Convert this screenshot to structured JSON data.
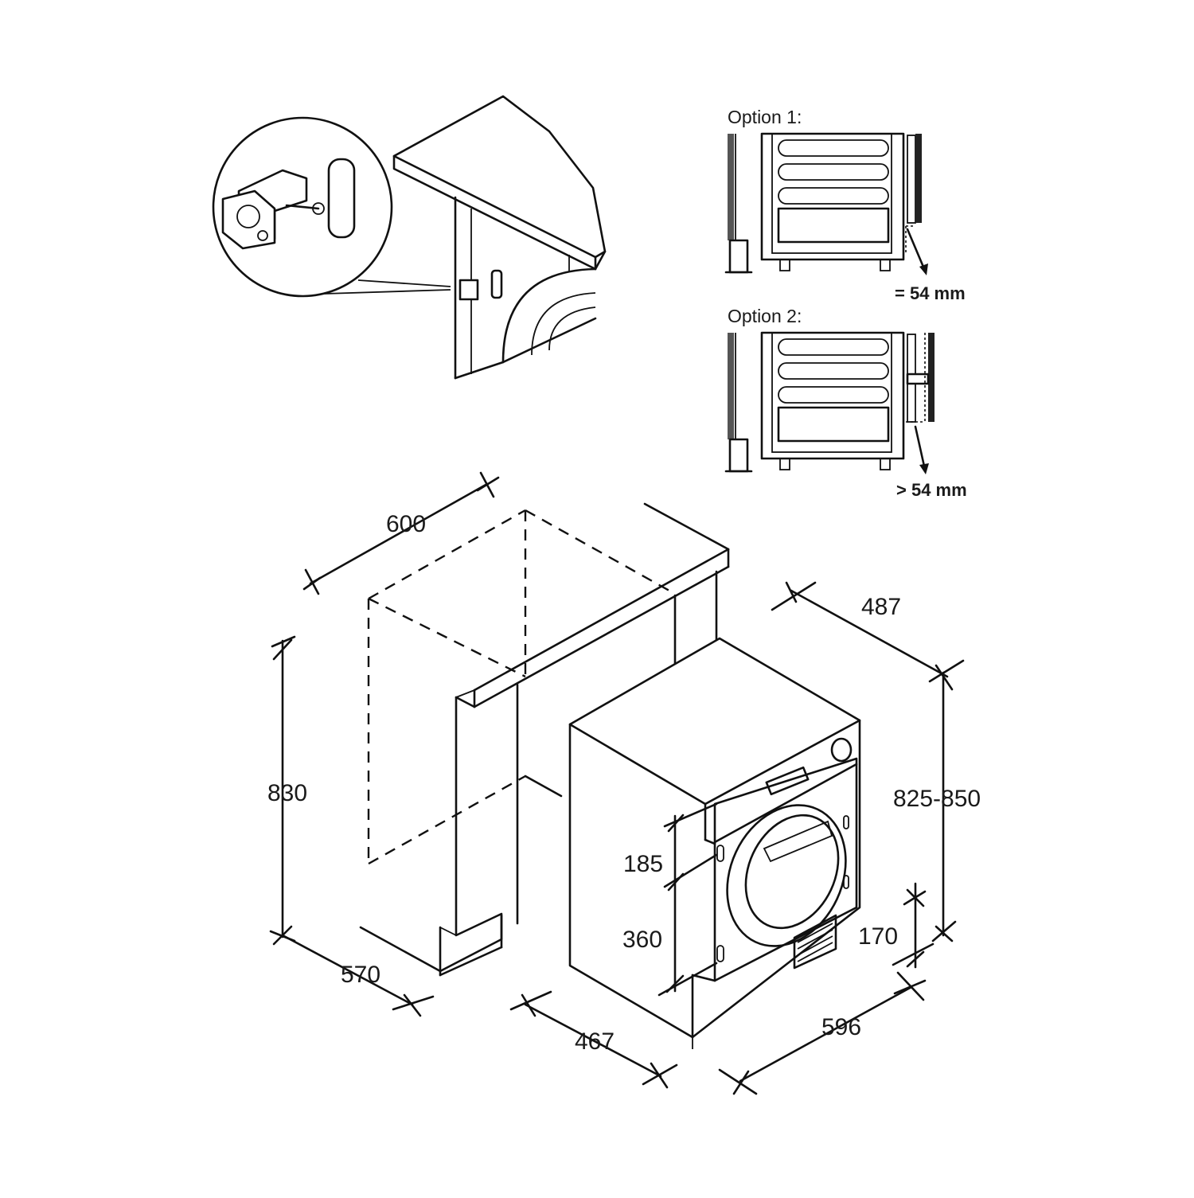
{
  "options": {
    "option1": {
      "label": "Option 1:",
      "gap": "= 54 mm"
    },
    "option2": {
      "label": "Option 2:",
      "gap": "> 54 mm"
    }
  },
  "cabinet_dimensions": {
    "width": "600",
    "height": "830",
    "depth": "570"
  },
  "appliance_dimensions": {
    "top_depth": "487",
    "height_range": "825-850",
    "upper_hinge_offset": "185",
    "lower_hinge_offset": "360",
    "plinth_height": "170",
    "depth": "467",
    "width": "596"
  },
  "colors": {
    "line": "#111111",
    "background": "#ffffff"
  }
}
